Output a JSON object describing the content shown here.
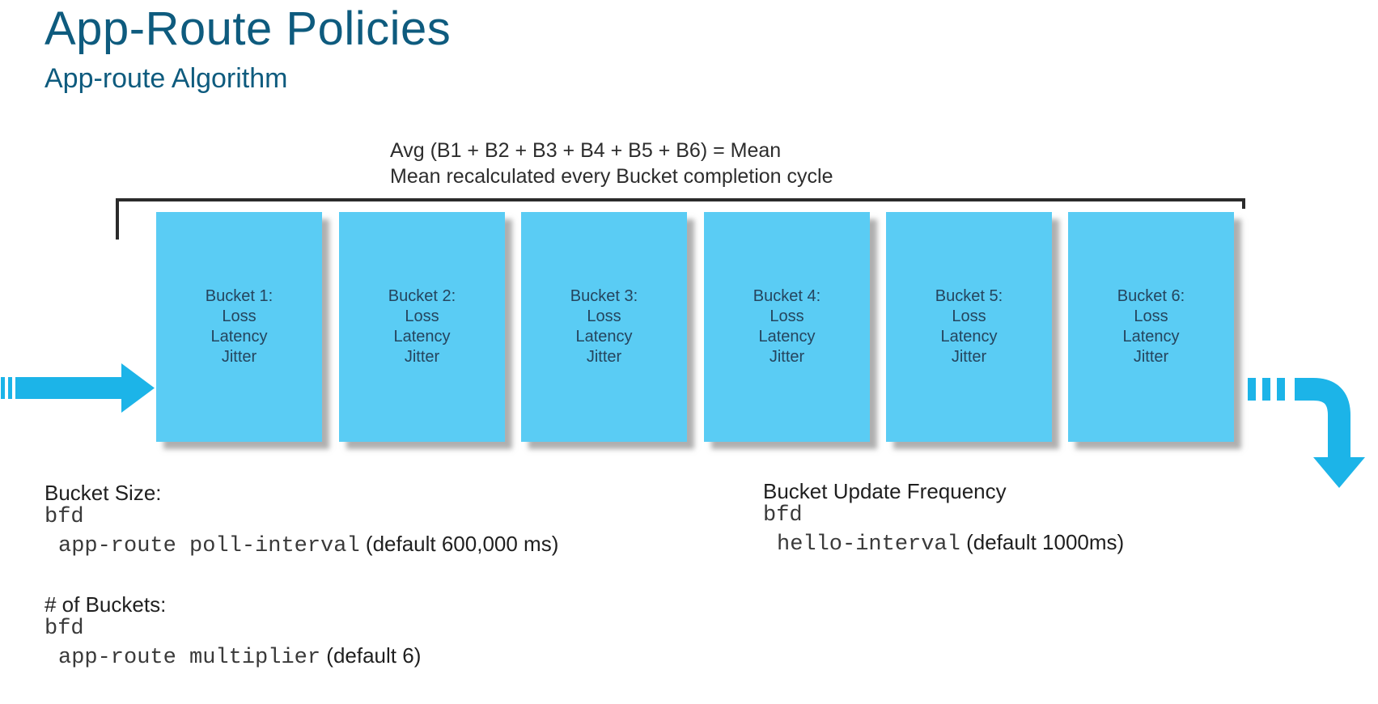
{
  "slide": {
    "title": "App-Route Policies",
    "subtitle": "App-route Algorithm"
  },
  "formula": {
    "line1": "Avg (B1 + B2 + B3 + B4 + B5 + B6) = Mean",
    "line2": "Mean recalculated every Bucket completion cycle"
  },
  "buckets": [
    {
      "name": "Bucket 1:",
      "metrics": [
        "Loss",
        "Latency",
        "Jitter"
      ]
    },
    {
      "name": "Bucket 2:",
      "metrics": [
        "Loss",
        "Latency",
        "Jitter"
      ]
    },
    {
      "name": "Bucket 3:",
      "metrics": [
        "Loss",
        "Latency",
        "Jitter"
      ]
    },
    {
      "name": "Bucket 4:",
      "metrics": [
        "Loss",
        "Latency",
        "Jitter"
      ]
    },
    {
      "name": "Bucket 5:",
      "metrics": [
        "Loss",
        "Latency",
        "Jitter"
      ]
    },
    {
      "name": "Bucket 6:",
      "metrics": [
        "Loss",
        "Latency",
        "Jitter"
      ]
    }
  ],
  "notes": {
    "bucket_size": {
      "heading": "Bucket Size:",
      "command_root": "bfd",
      "command": "app-route poll-interval",
      "default": "(default 600,000 ms)"
    },
    "num_buckets": {
      "heading": "# of Buckets:",
      "command_root": "bfd",
      "command": "app-route multiplier",
      "default": "(default 6)"
    },
    "update_frequency": {
      "heading": "Bucket Update Frequency",
      "command_root": "bfd",
      "command": "hello-interval",
      "default": "(default 1000ms)"
    }
  },
  "icons": {
    "flow_in_arrow": "dashed-tail-right-arrow",
    "flow_out_arrow": "dashed-curved-down-arrow",
    "bracket": "aggregation-bracket"
  },
  "colors": {
    "title_text": "#0e5b7e",
    "bucket_fill": "#5accf4",
    "bucket_text": "#25455e",
    "arrow_cyan": "#1cb4e8",
    "bracket_line": "#2b2b2b",
    "body_text": "#1f1f1f"
  }
}
